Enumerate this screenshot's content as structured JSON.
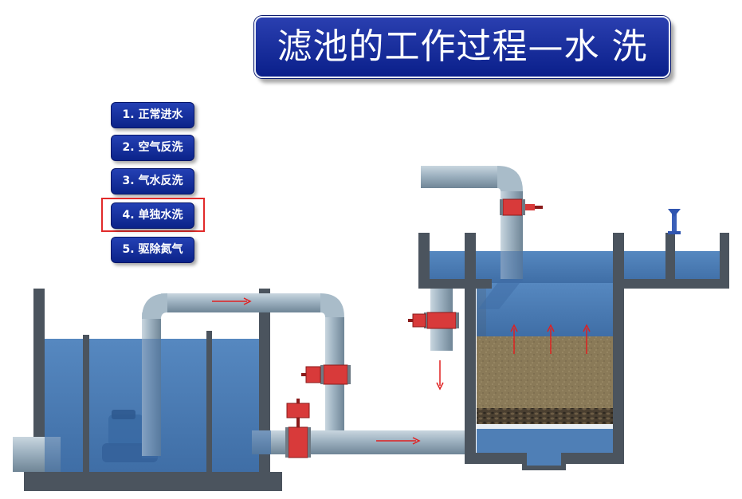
{
  "title": "滤池的工作过程—水 洗",
  "steps": [
    {
      "label": "1. 正常进水"
    },
    {
      "label": "2. 空气反洗"
    },
    {
      "label": "3. 气水反洗"
    },
    {
      "label": "4. 单独水洗"
    },
    {
      "label": "5. 驱除氮气"
    }
  ],
  "selected_step": "4. 单独水洗",
  "colors": {
    "title_bg": "#0b2390",
    "button_bg": "#0b2389",
    "highlight": "#e12a2a",
    "water": "#4f7fb6",
    "wall": "#4b545e",
    "pipe": "#96aab9",
    "valve": "#d83a3a",
    "flow_arrow": "#e02020"
  }
}
